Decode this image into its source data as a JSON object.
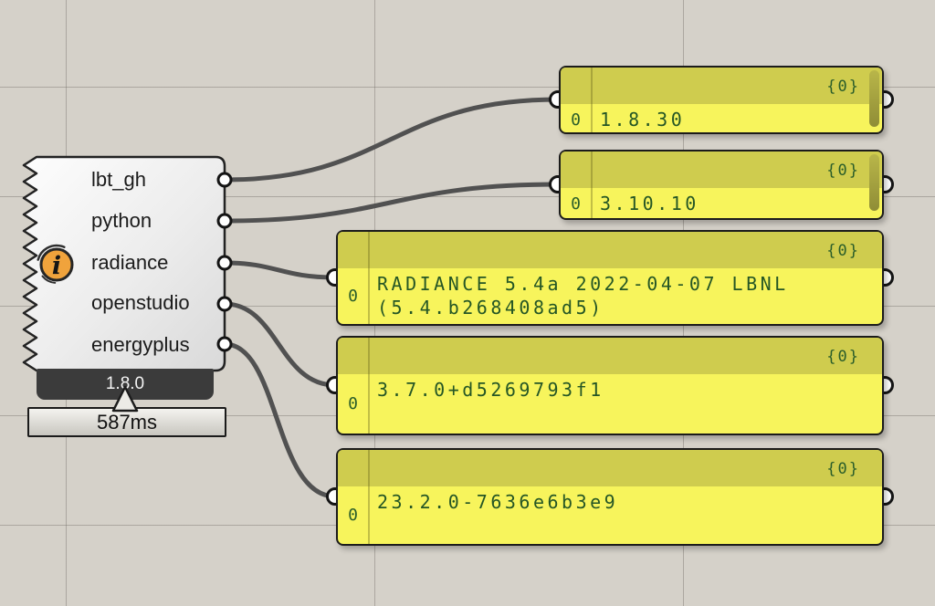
{
  "app": "grasshopper-canvas",
  "component": {
    "version_label": "1.8.0",
    "runtime_label": "587ms",
    "icon": "info-balloon-icon",
    "outputs": [
      {
        "label": "lbt_gh"
      },
      {
        "label": "python"
      },
      {
        "label": "radiance"
      },
      {
        "label": "openstudio"
      },
      {
        "label": "energyplus"
      }
    ]
  },
  "panels": [
    {
      "path": "{0}",
      "index": "0",
      "value": "1.8.30"
    },
    {
      "path": "{0}",
      "index": "0",
      "value": "3.10.10"
    },
    {
      "path": "{0}",
      "index": "0",
      "value": "RADIANCE 5.4a 2022-04-07 LBNL (5.4.b268408ad5)"
    },
    {
      "path": "{0}",
      "index": "0",
      "value": "3.7.0+d5269793f1"
    },
    {
      "path": "{0}",
      "index": "0",
      "value": "23.2.0-7636e6b3e9"
    }
  ],
  "colors": {
    "canvas_bg": "#d5d1c9",
    "grid_line": "#b7b3ab",
    "panel_body": "#f7f45c",
    "panel_header": "#cfcc4e",
    "panel_text": "#255625",
    "wire": "#515151",
    "component_border": "#222222",
    "version_bar_bg": "#3b3b3b",
    "info_icon_orange": "#f0a33c"
  }
}
